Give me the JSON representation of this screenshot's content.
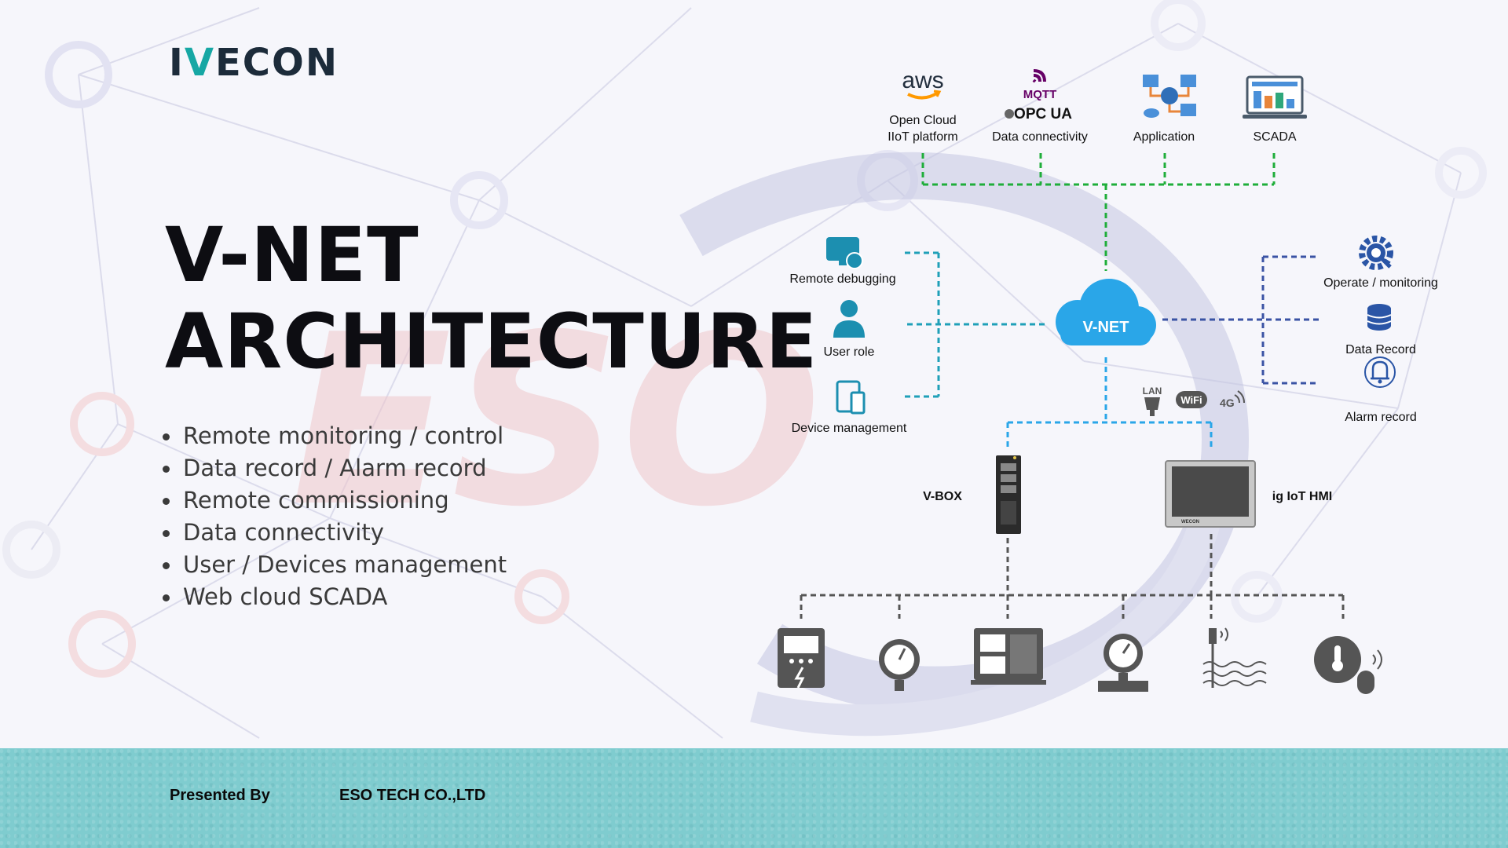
{
  "logo": {
    "text_pre": "I",
    "text_w": "V",
    "text_post": "ECON"
  },
  "title": {
    "line1": "V-NET",
    "line2": "ARCHITECTURE"
  },
  "features": [
    "Remote monitoring / control",
    "Data record / Alarm record",
    "Remote commissioning",
    "Data connectivity",
    "User / Devices management",
    "Web cloud SCADA"
  ],
  "watermark": "ESO",
  "diagram": {
    "top": {
      "aws_logo": "aws",
      "aws_label_1": "Open Cloud",
      "aws_label_2": "IIoT platform",
      "mqtt_logo": "MQTT",
      "opcua_logo": "OPC UA",
      "dc_label": "Data connectivity",
      "app_label": "Application",
      "scada_label": "SCADA"
    },
    "left": {
      "remote_debugging": "Remote debugging",
      "user_role": "User role",
      "device_management": "Device management"
    },
    "right": {
      "operate": "Operate / monitoring",
      "data_record": "Data Record",
      "alarm_record": "Alarm record"
    },
    "cloud_label": "V-NET",
    "network": {
      "lan": "LAN",
      "wifi": "WiFi",
      "fourg": "4G"
    },
    "devices": {
      "vbox": "V-BOX",
      "hmi": "ig IoT HMI",
      "hmi_brand": "WECON"
    },
    "colors": {
      "green_line": "#1fae3a",
      "teal_line": "#1fa0b8",
      "blue_line": "#3a53a4",
      "light_blue_line": "#2aa6e8",
      "gray_line": "#555555",
      "cloud": "#2aa6e8",
      "icon_teal": "#1c8fb0",
      "icon_blue": "#2a55a6",
      "icon_gray": "#555555"
    }
  },
  "footer": {
    "presented_by": "Presented By",
    "company": "ESO TECH CO.,LTD"
  }
}
